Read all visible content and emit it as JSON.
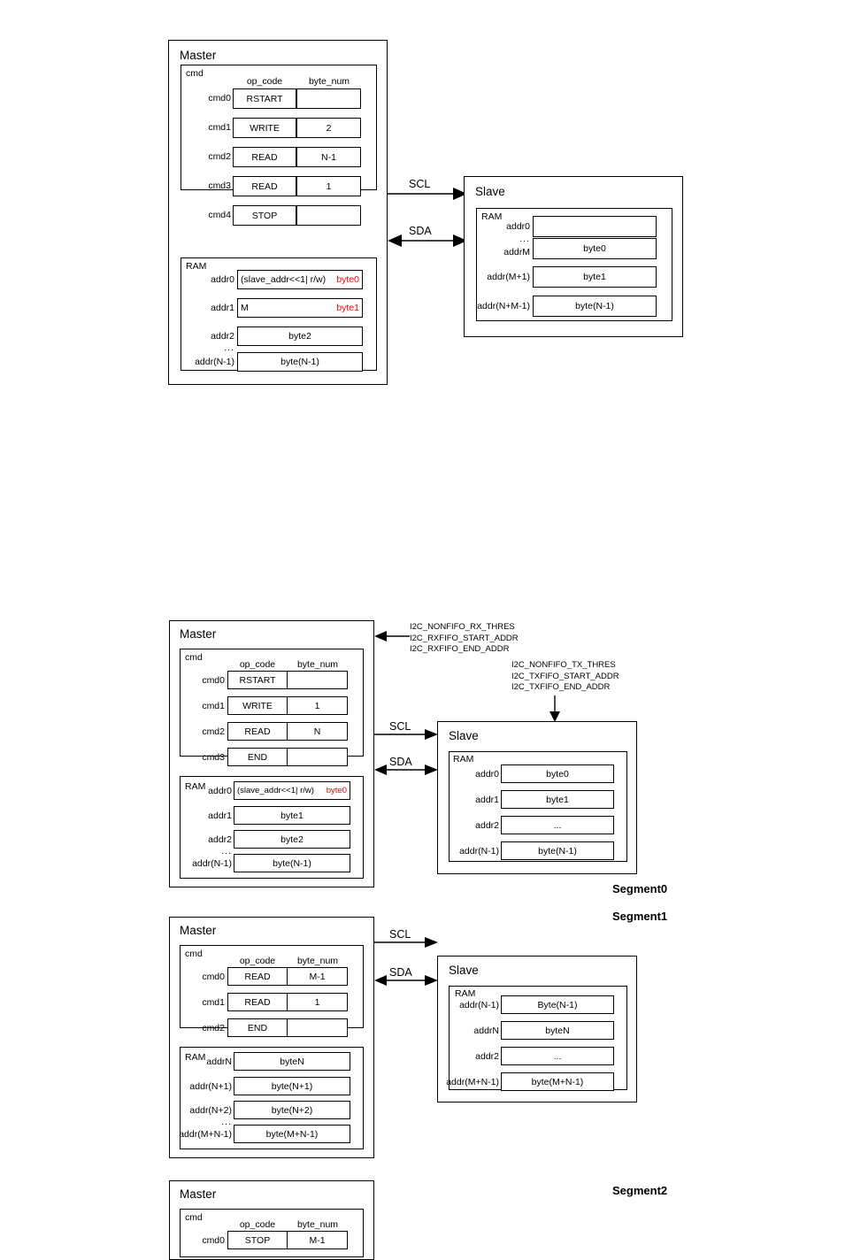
{
  "labels": {
    "master": "Master",
    "slave": "Slave",
    "cmd": "cmd",
    "ram": "RAM",
    "op_code": "op_code",
    "byte_num": "byte_num",
    "scl": "SCL",
    "sda": "SDA",
    "ellipsis": "..."
  },
  "colors": {
    "stroke": "#000000",
    "highlight": "#ff0000",
    "background": "#ffffff"
  },
  "diagram_top": {
    "master": {
      "title": "Master",
      "cmd_table": {
        "section_label": "cmd",
        "headers": [
          "op_code",
          "byte_num"
        ],
        "rows": [
          {
            "label": "cmd0",
            "op_code": "RSTART",
            "byte_num": ""
          },
          {
            "label": "cmd1",
            "op_code": "WRITE",
            "byte_num": "2"
          },
          {
            "label": "cmd2",
            "op_code": "READ",
            "byte_num": "N-1"
          },
          {
            "label": "cmd3",
            "op_code": "READ",
            "byte_num": "1"
          },
          {
            "label": "cmd4",
            "op_code": "STOP",
            "byte_num": ""
          }
        ]
      },
      "ram_table": {
        "section_label": "RAM",
        "rows": [
          {
            "label": "addr0",
            "value": "(slave_addr<<1| r/w)",
            "value2": "byte0",
            "highlight": true,
            "align": "split"
          },
          {
            "label": "addr1",
            "value": "M",
            "value2": "byte1",
            "highlight": true,
            "align": "split"
          },
          {
            "label": "addr2",
            "value": "byte2",
            "align": "center"
          },
          {
            "label": "addr(N-1)",
            "value": "byte(N-1)",
            "align": "center",
            "ellipsis_before": true
          }
        ]
      }
    },
    "slave": {
      "title": "Slave",
      "ram_table": {
        "section_label": "RAM",
        "rows": [
          {
            "label": "addr0",
            "value": "",
            "align": "center",
            "tall": true
          },
          {
            "label": "addrM",
            "value": "byte0",
            "align": "center",
            "ellipsis_before": true
          },
          {
            "label": "addr(M+1)",
            "value": "byte1",
            "align": "center"
          },
          {
            "label": "addr(N+M-1)",
            "value": "byte(N-1)",
            "align": "center"
          }
        ]
      }
    },
    "signals": [
      {
        "name": "SCL",
        "direction": "right"
      },
      {
        "name": "SDA",
        "direction": "both"
      }
    ]
  },
  "segment0": {
    "caption": "Segment0",
    "rx_note": [
      "I2C_NONFIFO_RX_THRES",
      "I2C_RXFIFO_START_ADDR",
      "I2C_RXFIFO_END_ADDR"
    ],
    "tx_note": [
      "I2C_NONFIFO_TX_THRES",
      "I2C_TXFIFO_START_ADDR",
      "I2C_TXFIFO_END_ADDR"
    ],
    "master": {
      "title": "Master",
      "cmd_table": {
        "section_label": "cmd",
        "headers": [
          "op_code",
          "byte_num"
        ],
        "rows": [
          {
            "label": "cmd0",
            "op_code": "RSTART",
            "byte_num": ""
          },
          {
            "label": "cmd1",
            "op_code": "WRITE",
            "byte_num": "1"
          },
          {
            "label": "cmd2",
            "op_code": "READ",
            "byte_num": "N"
          },
          {
            "label": "cmd3",
            "op_code": "END",
            "byte_num": ""
          }
        ]
      },
      "ram_table": {
        "section_label": "RAM",
        "rows": [
          {
            "label": "addr0",
            "value": "(slave_addr<<1| r/w)",
            "value2": "byte0",
            "highlight": true,
            "align": "center-red"
          },
          {
            "label": "addr1",
            "value": "byte1",
            "align": "center"
          },
          {
            "label": "addr2",
            "value": "byte2",
            "align": "center"
          },
          {
            "label": "addr(N-1)",
            "value": "byte(N-1)",
            "align": "center",
            "ellipsis_before": true
          }
        ]
      }
    },
    "slave": {
      "title": "Slave",
      "ram_table": {
        "section_label": "RAM",
        "rows": [
          {
            "label": "addr0",
            "value": "byte0",
            "align": "center"
          },
          {
            "label": "addr1",
            "value": "byte1",
            "align": "center"
          },
          {
            "label": "addr2",
            "value": "...",
            "align": "center"
          },
          {
            "label": "addr(N-1)",
            "value": "byte(N-1)",
            "align": "center"
          }
        ]
      }
    },
    "signals": [
      {
        "name": "SCL",
        "direction": "right"
      },
      {
        "name": "SDA",
        "direction": "both"
      }
    ]
  },
  "segment1": {
    "caption": "Segment1",
    "master": {
      "title": "Master",
      "cmd_table": {
        "section_label": "cmd",
        "headers": [
          "op_code",
          "byte_num"
        ],
        "rows": [
          {
            "label": "cmd0",
            "op_code": "READ",
            "byte_num": "M-1"
          },
          {
            "label": "cmd1",
            "op_code": "READ",
            "byte_num": "1"
          },
          {
            "label": "cmd2",
            "op_code": "END",
            "byte_num": ""
          }
        ]
      },
      "ram_table": {
        "section_label": "RAM",
        "rows": [
          {
            "label": "addrN",
            "value": "byteN",
            "align": "center"
          },
          {
            "label": "addr(N+1)",
            "value": "byte(N+1)",
            "align": "center"
          },
          {
            "label": "addr(N+2)",
            "value": "byte(N+2)",
            "align": "center"
          },
          {
            "label": "addr(M+N-1)",
            "value": "byte(M+N-1)",
            "align": "center",
            "ellipsis_before": true
          }
        ]
      }
    },
    "slave": {
      "title": "Slave",
      "ram_table": {
        "section_label": "RAM",
        "rows": [
          {
            "label": "addr(N-1)",
            "value": "Byte(N-1)",
            "align": "center"
          },
          {
            "label": "addrN",
            "value": "byteN",
            "align": "center"
          },
          {
            "label": "addr2",
            "value": "...",
            "align": "center"
          },
          {
            "label": "addr(M+N-1)",
            "value": "byte(M+N-1)",
            "align": "center"
          }
        ]
      }
    },
    "signals": [
      {
        "name": "SCL",
        "direction": "right"
      },
      {
        "name": "SDA",
        "direction": "both"
      }
    ]
  },
  "segment2": {
    "caption": "Segment2",
    "master": {
      "title": "Master",
      "cmd_table": {
        "section_label": "cmd",
        "headers": [
          "op_code",
          "byte_num"
        ],
        "rows": [
          {
            "label": "cmd0",
            "op_code": "STOP",
            "byte_num": "M-1"
          }
        ]
      }
    }
  }
}
